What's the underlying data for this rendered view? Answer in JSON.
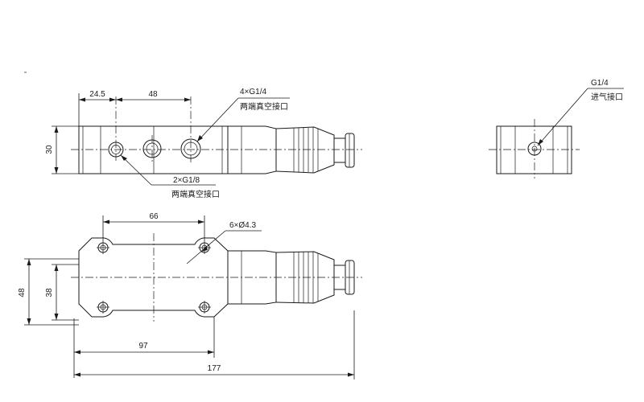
{
  "dimensions": {
    "top_left_spacing": "24.5",
    "top_pitch": "48",
    "height_30": "30",
    "bottom_hole_spacing": "66",
    "overall_width_48": "48",
    "hole_spacing_38": "38",
    "body_length_97": "97",
    "overall_length_177": "177"
  },
  "callouts": {
    "ports_quarter_size": "4×G1/4",
    "ports_quarter_desc": "两端真空接口",
    "ports_eighth_size": "2×G1/8",
    "ports_eighth_desc": "两端真空接口",
    "mount_holes": "6×Ø4.3",
    "inlet_size": "G1/4",
    "inlet_desc": "进气接口"
  }
}
